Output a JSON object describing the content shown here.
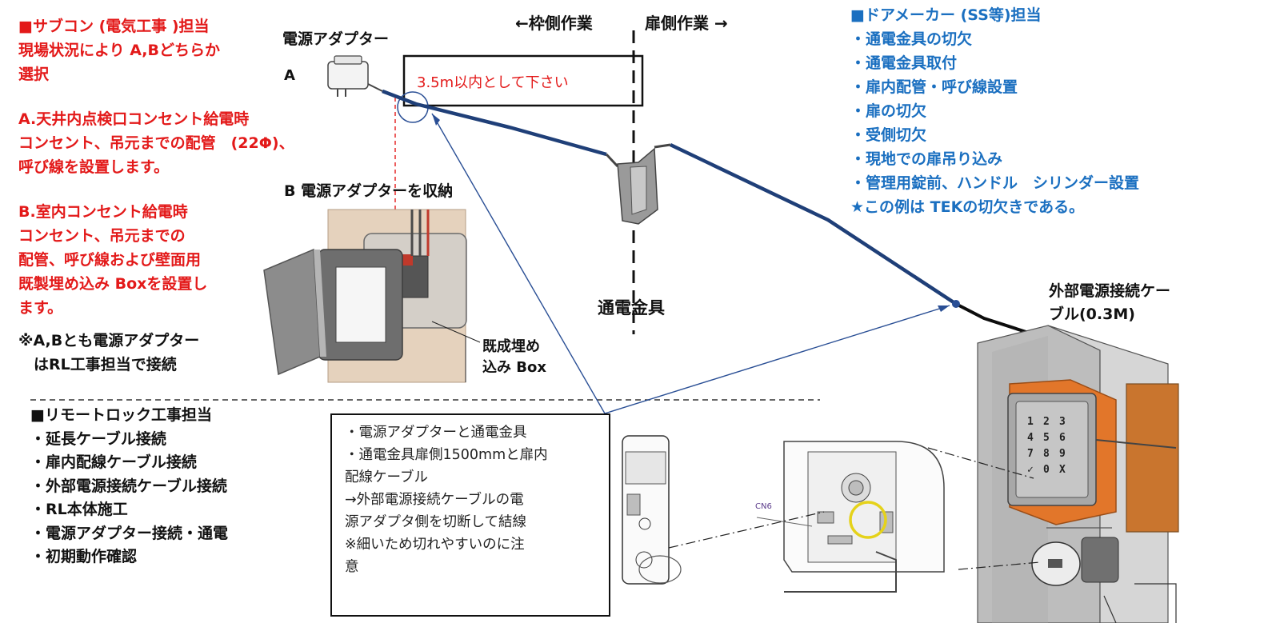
{
  "header": {
    "frame_side": "←枠側作業",
    "door_side": "扉側作業 →"
  },
  "subcon": {
    "lines": [
      "■サブコン (電気工事 )担当",
      "現場状況により A,Bどちらか",
      "選択",
      "",
      "A.天井内点検口コンセント給電時",
      "コンセント、吊元までの配管　(22Φ)、",
      "呼び線を設置します。",
      "",
      "B.室内コンセント給電時",
      "コンセント、吊元までの",
      "配管、呼び線および壁面用",
      "既製埋め込み Boxを設置し",
      "ます。"
    ],
    "note_lines": [
      "※A,Bとも電源アダプター",
      "　はRL工事担当で接続"
    ]
  },
  "door_maker": {
    "lines": [
      "■ドアメーカー (SS等)担当",
      "・通電金具の切欠",
      "・通電金具取付",
      "・扉内配管・呼び線設置",
      "・扉の切欠",
      "・受側切欠",
      "・現地での扉吊り込み",
      "・管理用錠前、ハンドル　シリンダー設置",
      "★この例は TEKの切欠きである。"
    ]
  },
  "remote_lock": {
    "lines": [
      "■リモートロック工事担当",
      "・延長ケーブル接続",
      "・扉内配線ケーブル接続",
      "・外部電源接続ケーブル接続",
      "・RL本体施工",
      "・電源アダプター接続・通電",
      "・初期動作確認"
    ]
  },
  "labels": {
    "power_adapter": "電源アダプター",
    "option_a": "A",
    "option_b": "B  電源アダプターを収納",
    "distance": "3.5m以内として下さい",
    "hinge": "通電金具",
    "embed_box_1": "既成埋め",
    "embed_box_2": "込み Box",
    "ext_cable_1": "外部電源接続ケー",
    "ext_cable_2": "ブル(0.3M)",
    "cn6": "CN6",
    "keypad_keys": [
      "1",
      "2",
      "3",
      "4",
      "5",
      "6",
      "7",
      "8",
      "9",
      "✓",
      "0",
      "X"
    ]
  },
  "note": {
    "lines": [
      "・電源アダプターと通電金具",
      "・通電金具扉側1500mmと扉内",
      "配線ケーブル",
      "→外部電源接続ケーブルの電",
      "源アダプタ側を切断して結線",
      "※細いため切れやすいのに注",
      "意"
    ]
  },
  "colors": {
    "red": "#e31919",
    "blue": "#1a6fc0",
    "cable": "#1f3f78",
    "orange": "#e2762a"
  }
}
